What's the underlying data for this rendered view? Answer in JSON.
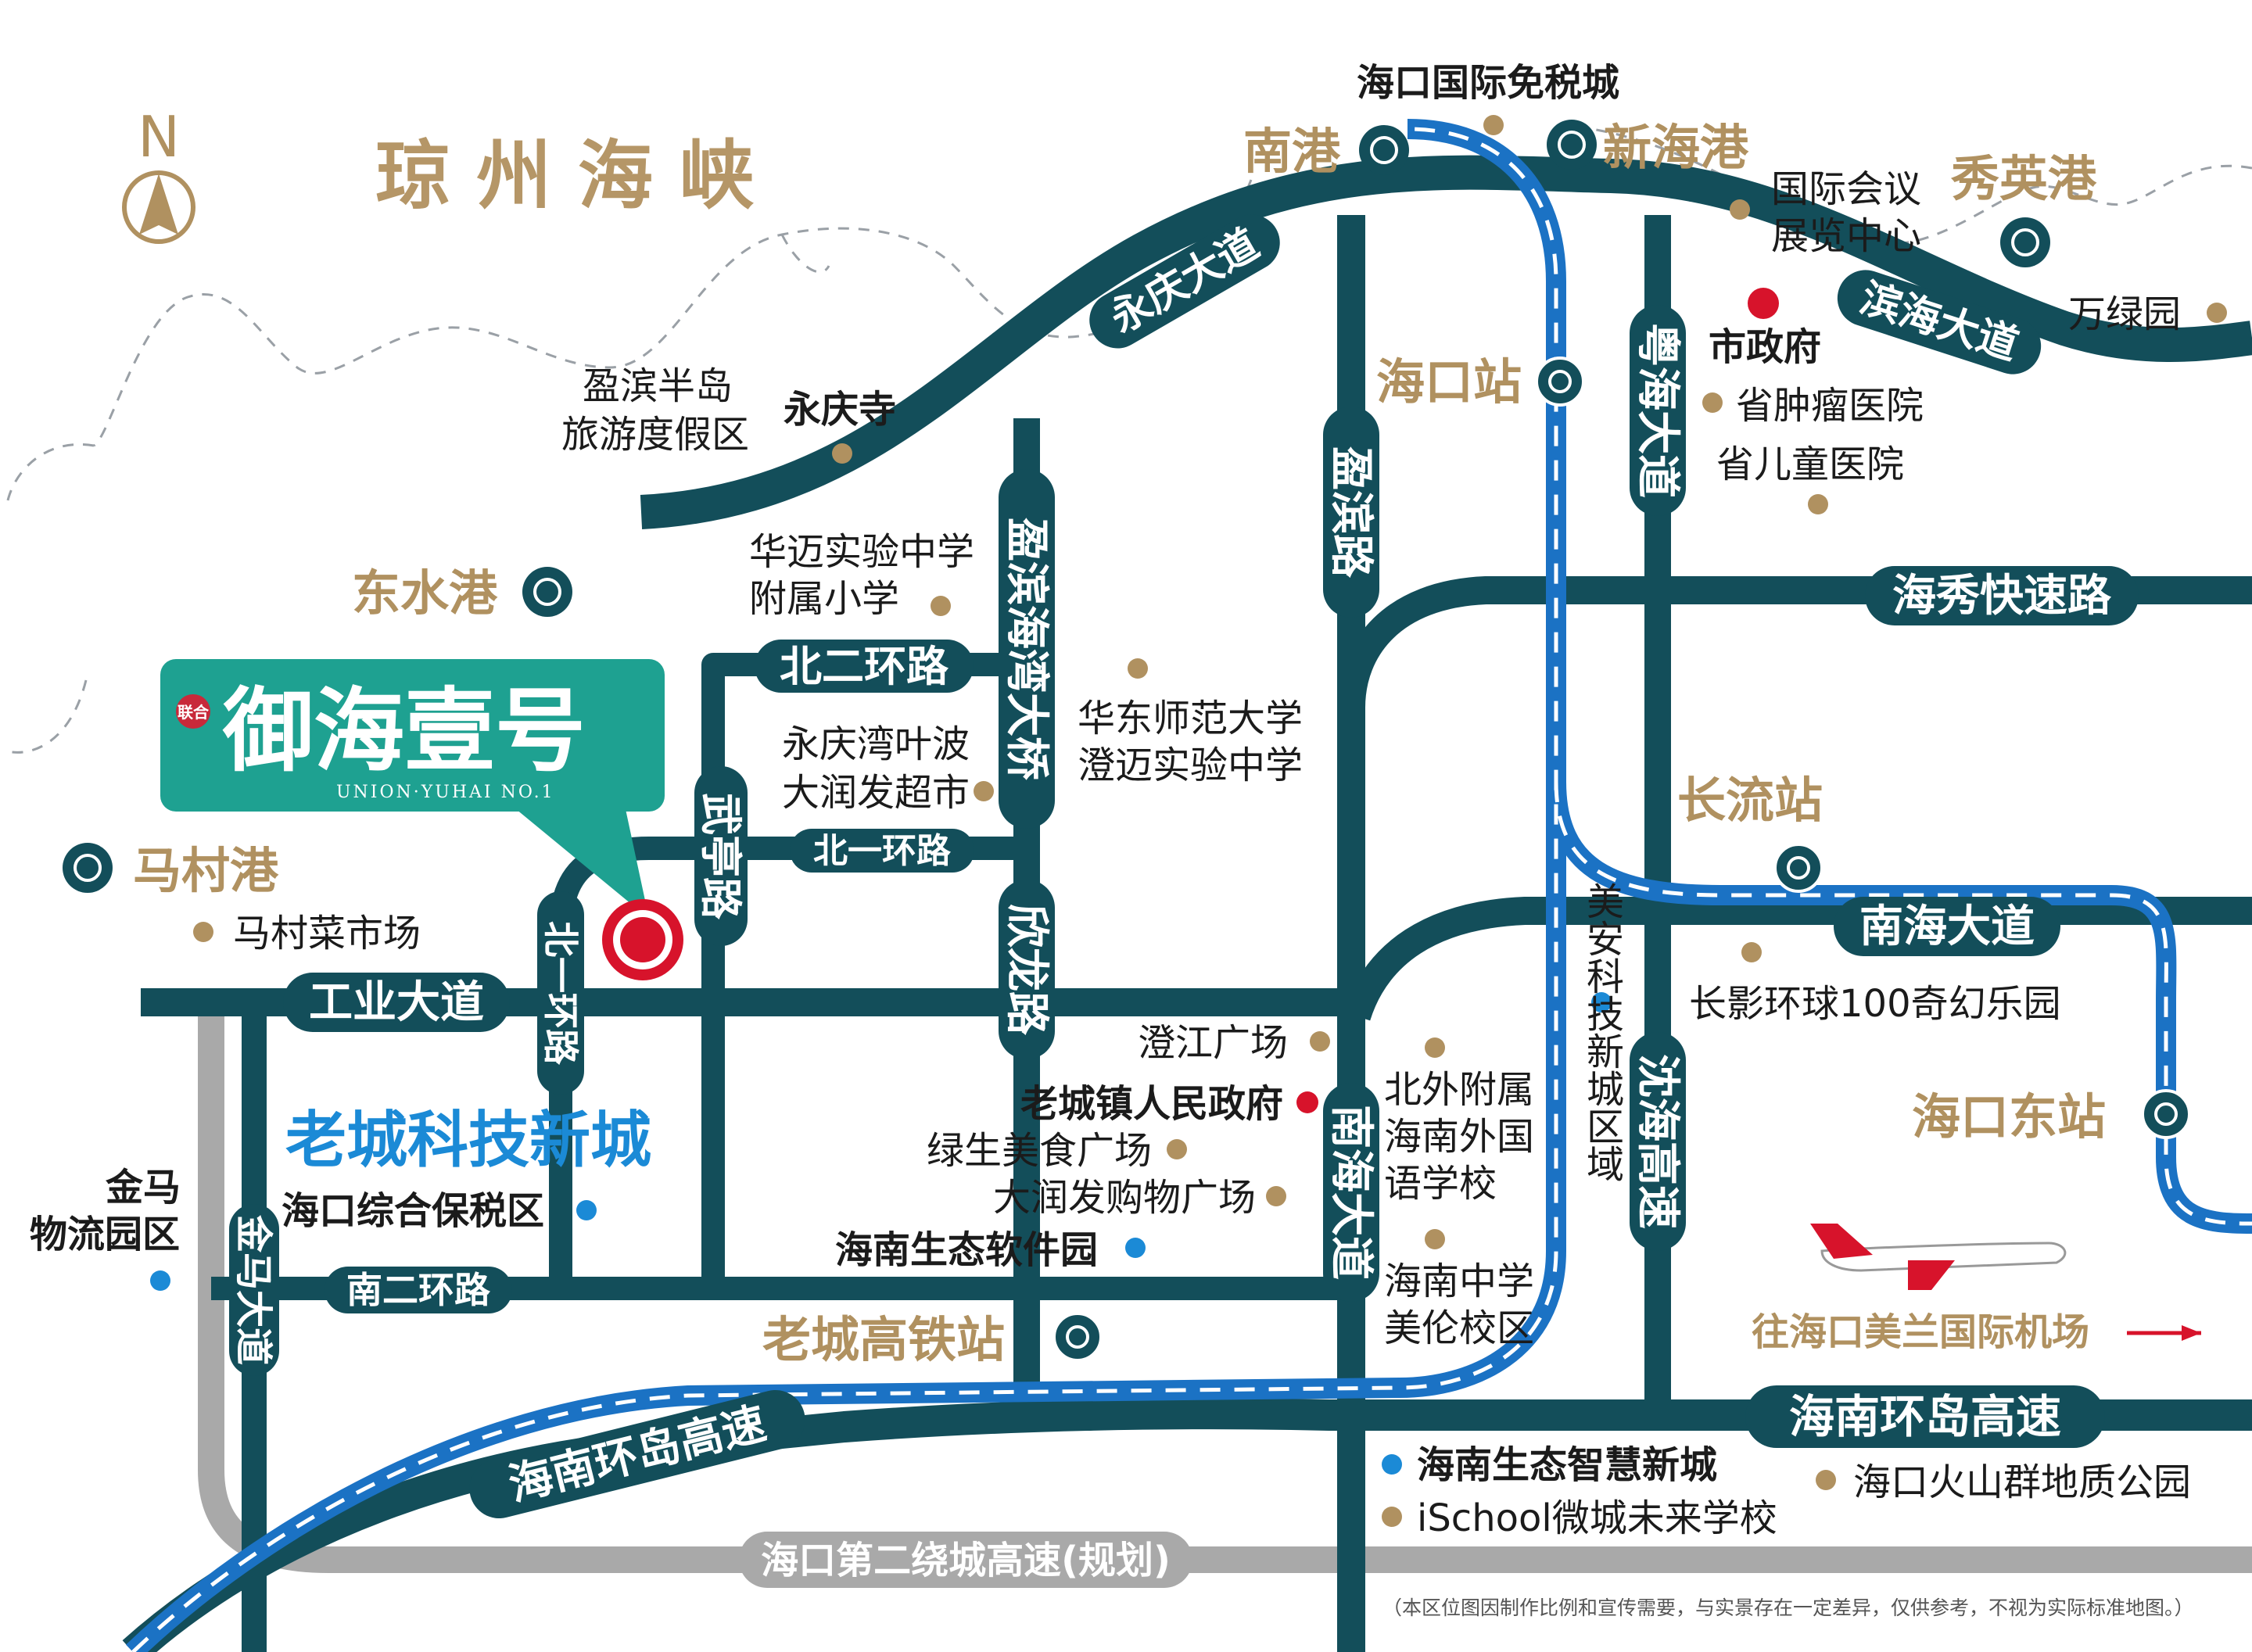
{
  "colors": {
    "road": "#134e5a",
    "metro": "#1b72c4",
    "gold": "#b09160",
    "blue_text": "#1b8ad6",
    "logo_teal": "#1ea191",
    "marker_red": "#d7132b",
    "planned_road": "#a9a9a9"
  },
  "compass": {
    "letter": "N",
    "icon": "north-arrow-icon"
  },
  "sea_name": "琼 州 海 峡",
  "logo": {
    "badge": "联合",
    "name": "御海壹号",
    "english": "UNION·YUHAI NO.1"
  },
  "roads": {
    "yongqing": "永庆大道",
    "binhai": "滨海大道",
    "yinbin_bay_bridge": "盈滨海湾大桥",
    "yinbin_road": "盈滨路",
    "yuehai": "粤海大道",
    "haixiu": "海秀快速路",
    "beier_ring": "北二环路",
    "beiyi_ring_h": "北一环路",
    "beiyi_ring_v": "北一环路",
    "wuting": "武亭路",
    "xinlong": "欣龙路",
    "gongye": "工业大道",
    "nanhai_avenue_h": "南海大道",
    "nanhai_avenue_v": "南海大道",
    "shenhai": "沈海高速",
    "jinma": "金马大道",
    "naner_ring": "南二环路",
    "ring_island_w": "海南环岛高速",
    "ring_island_e": "海南环岛高速",
    "second_ring": "海口第二绕城高速(规划)"
  },
  "ports": {
    "nangang": "南港",
    "xinhaigang": "新海港",
    "xiuyinggang": "秀英港",
    "dongshuigang": "东水港",
    "macungang": "马村港"
  },
  "stations": {
    "haikou": "海口站",
    "changliu": "长流站",
    "haikou_east": "海口东站",
    "laocheng_hsr": "老城高铁站"
  },
  "pois": {
    "duty_free": "海口国际免税城",
    "convention_1": "国际会议",
    "convention_2": "展览中心",
    "wanlvyuan": "万绿园",
    "city_gov": "市政府",
    "tumor_hospital": "省肿瘤医院",
    "children_hospital": "省儿童医院",
    "yingbin_1": "盈滨半岛",
    "yingbin_2": "旅游度假区",
    "yongqing_temple": "永庆寺",
    "huamai_1": "华迈实验中学",
    "huamai_2": "附属小学",
    "ecnu_1": "华东师范大学",
    "ecnu_2": "澄迈实验中学",
    "yebo_1": "永庆湾叶波",
    "yebo_2": "大润发超市",
    "macun_market": "马村菜市场",
    "changying": "长影环球100奇幻乐园",
    "chengjiang_square": "澄江广场",
    "laocheng_gov": "老城镇人民政府",
    "lvsheng": "绿生美食广场",
    "runfa": "大润发购物广场",
    "eco_software": "海南生态软件园",
    "bonded_zone": "海口综合保税区",
    "jinma_1": "金马",
    "jinma_2": "物流园区",
    "laocheng_tech": "老城科技新城",
    "beiwai_1": "北外附属",
    "beiwai_2": "海南外国",
    "beiwai_3": "语学校",
    "hainan_middle_1": "海南中学",
    "hainan_middle_2": "美伦校区",
    "meian": "美安科技新城区域",
    "airport": "往海口美兰国际机场",
    "smart_city": "海南生态智慧新城",
    "ischool": "iSchool微城未来学校",
    "volcano": "海口火山群地质公园"
  },
  "disclaimer": "（本区位图因制作比例和宣传需要，与实景存在一定差异，仅供参考，不视为实际标准地图。）"
}
